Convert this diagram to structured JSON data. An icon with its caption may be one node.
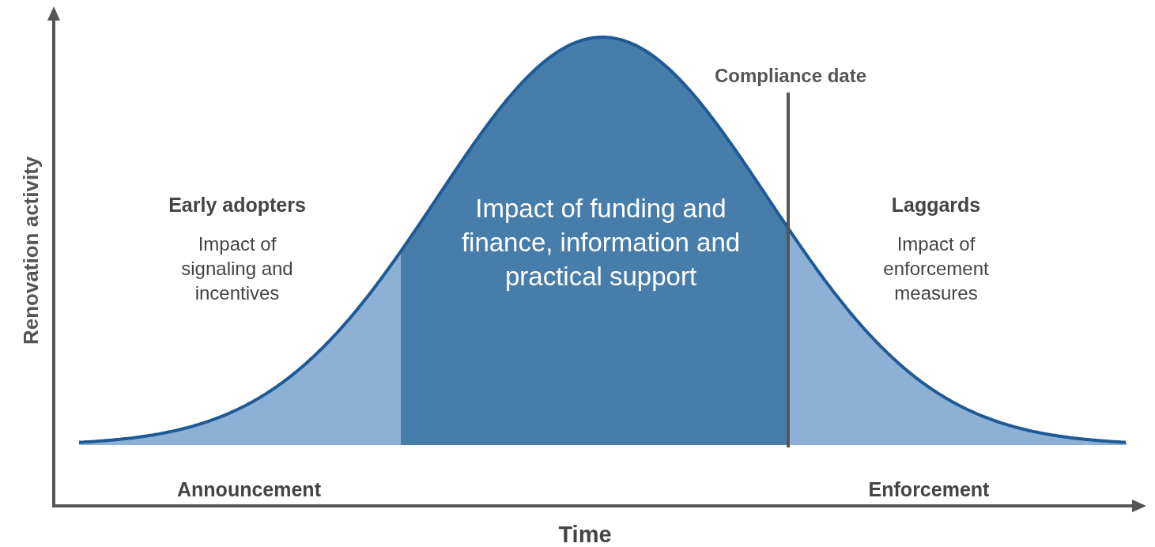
{
  "diagram": {
    "labels": [
      "Compliance date",
      "Renovation activity",
      "Early adopters",
      "Impact of signaling and incentives",
      "Impact of funding and finance, information and practical support",
      "Laggards",
      "Impact of enforcement measures",
      "Announcement",
      "Enforcement",
      "Time"
    ]
  }
}
